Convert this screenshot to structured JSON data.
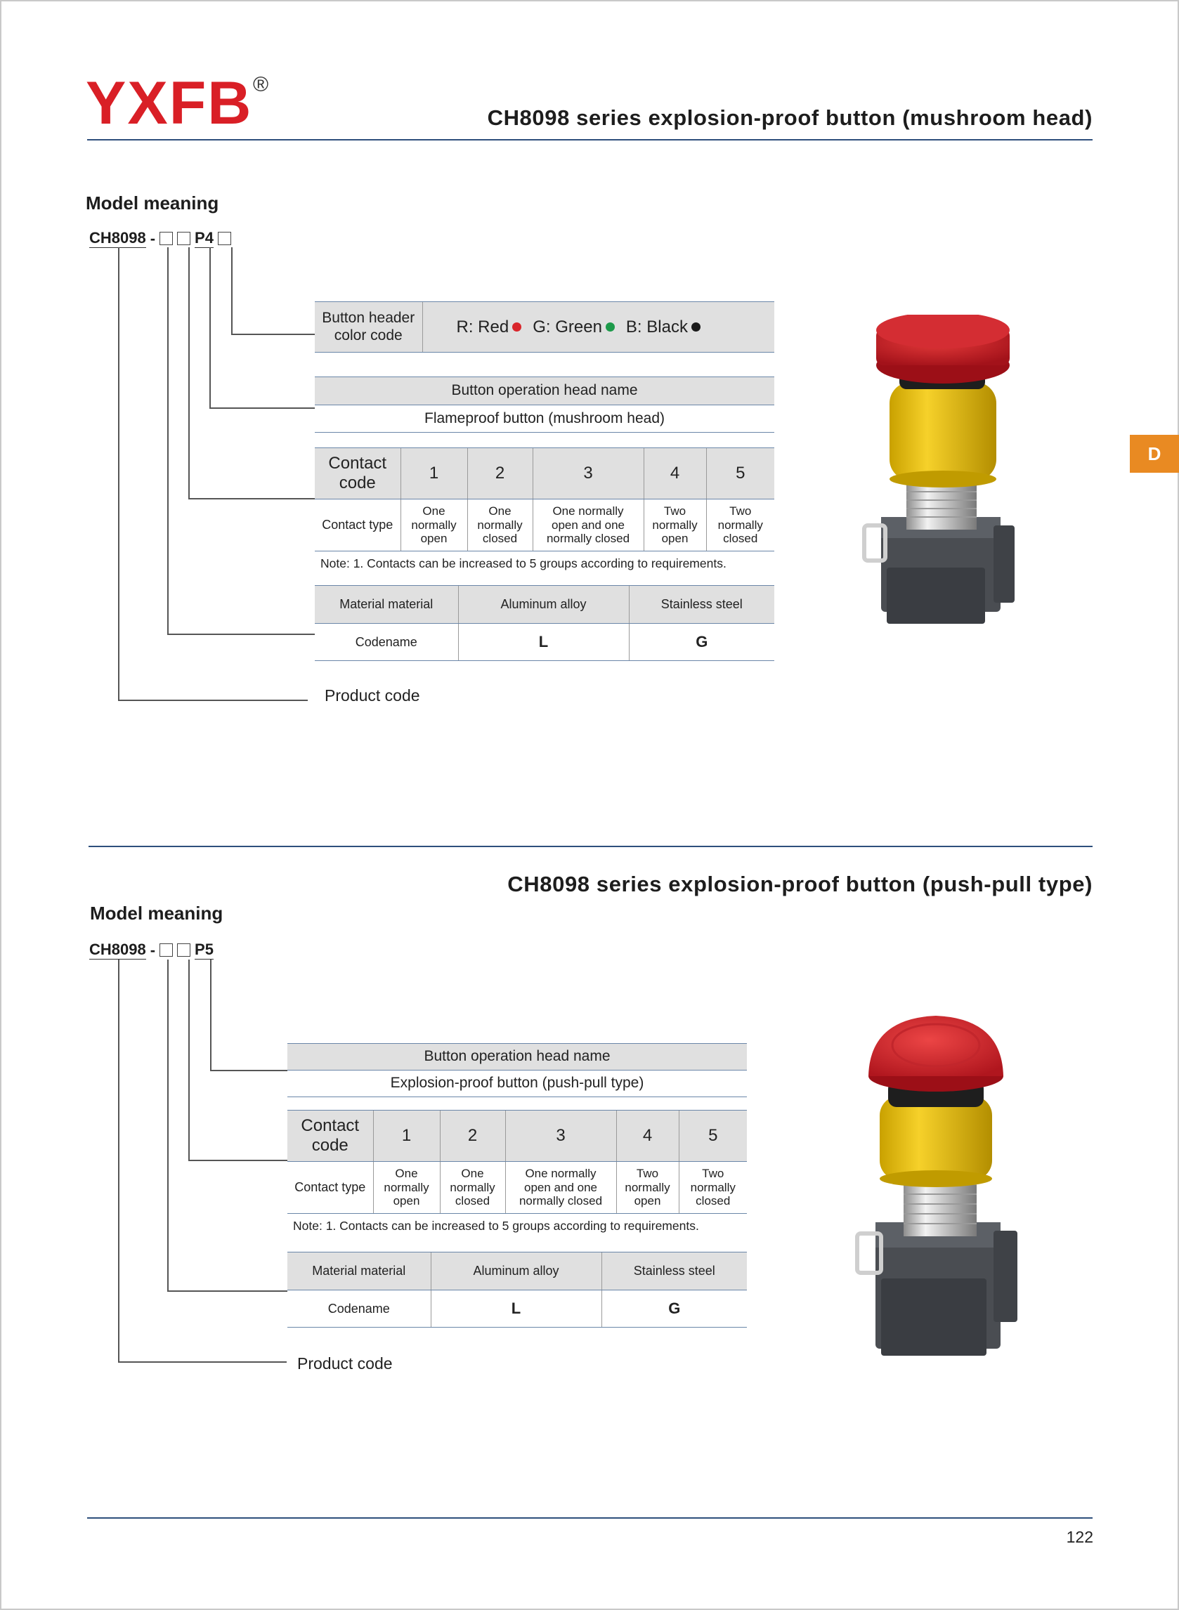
{
  "header": {
    "brand": "YXFB",
    "registered_mark": "®"
  },
  "side_tab": "D",
  "colors": {
    "brand_red": "#d91f26",
    "rule_blue": "#2e4f7c",
    "tab_orange": "#e98a22",
    "table_gray": "#e0e0e0",
    "dot_red": "#d9262b",
    "dot_green": "#1d9a4a",
    "dot_black": "#1b1b1b"
  },
  "section1": {
    "title": "CH8098 series explosion-proof button (mushroom head)",
    "model_heading": "Model meaning",
    "model_prefix": "CH8098",
    "model_dash": "-",
    "model_fixed": "P4",
    "color_table": {
      "header": "Button header color code",
      "options": [
        {
          "label": "R: Red",
          "color_key": "dot_red"
        },
        {
          "label": "G: Green",
          "color_key": "dot_green"
        },
        {
          "label": "B: Black",
          "color_key": "dot_black"
        }
      ]
    },
    "operation_table": {
      "header": "Button operation head name",
      "value": "Flameproof button (mushroom head)"
    },
    "contact_table": {
      "code_label": "Contact code",
      "type_label": "Contact type",
      "codes": [
        "1",
        "2",
        "3",
        "4",
        "5"
      ],
      "types": [
        "One normally open",
        "One normally closed",
        "One normally open and one normally closed",
        "Two normally open",
        "Two normally closed"
      ]
    },
    "note": "Note: 1. Contacts can be increased to 5 groups according to requirements.",
    "material_table": {
      "label": "Material material",
      "codename_label": "Codename",
      "materials": [
        "Aluminum alloy",
        "Stainless steel"
      ],
      "codenames": [
        "L",
        "G"
      ]
    },
    "product_code": "Product code",
    "image_icon": "mushroom-head-button-image"
  },
  "section2": {
    "title": "CH8098 series explosion-proof button (push-pull type)",
    "model_heading": "Model meaning",
    "model_prefix": "CH8098",
    "model_dash": "-",
    "model_fixed": "P5",
    "operation_table": {
      "header": "Button operation head name",
      "value": "Explosion-proof button (push-pull type)"
    },
    "contact_table": {
      "code_label": "Contact code",
      "type_label": "Contact type",
      "codes": [
        "1",
        "2",
        "3",
        "4",
        "5"
      ],
      "types": [
        "One normally open",
        "One normally closed",
        "One normally open and one normally closed",
        "Two normally open",
        "Two normally closed"
      ]
    },
    "note": "Note: 1. Contacts can be increased to 5 groups according to requirements.",
    "material_table": {
      "label": "Material material",
      "codename_label": "Codename",
      "materials": [
        "Aluminum alloy",
        "Stainless steel"
      ],
      "codenames": [
        "L",
        "G"
      ]
    },
    "product_code": "Product code",
    "image_icon": "push-pull-button-image"
  },
  "footer": {
    "page_number": "122"
  }
}
